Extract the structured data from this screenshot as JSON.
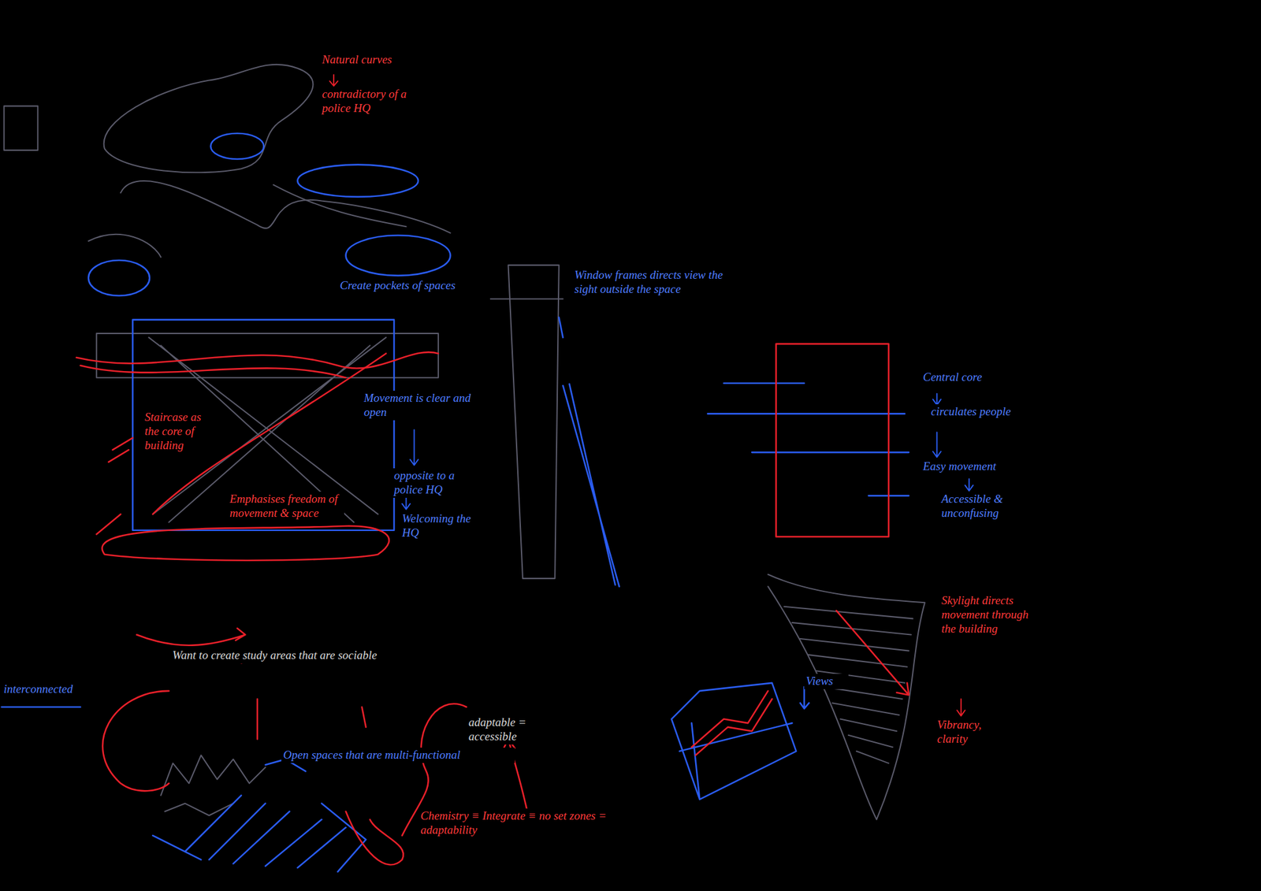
{
  "diagram": {
    "labels": [
      "Natural curves",
      "contradictory of a police HQ",
      "Create pockets of spaces",
      "Window frames directs view the sight outside the space",
      "Staircase as the core of building",
      "Movement is clear and open",
      "opposite to a police HQ",
      "Welcoming the HQ",
      "Emphasises freedom of movement & space",
      "Central core",
      "circulates people",
      "Easy movement",
      "Accessible & unconfusing",
      "Skylight directs movement through the building",
      "Vibrancy, clarity",
      "Views",
      "Want to create study areas that are sociable",
      "Open spaces that are multi-functional",
      "adaptable = accessible",
      "Chemistry ≡ Integrate ≡ no set zones = adaptability",
      "interconnected"
    ]
  }
}
